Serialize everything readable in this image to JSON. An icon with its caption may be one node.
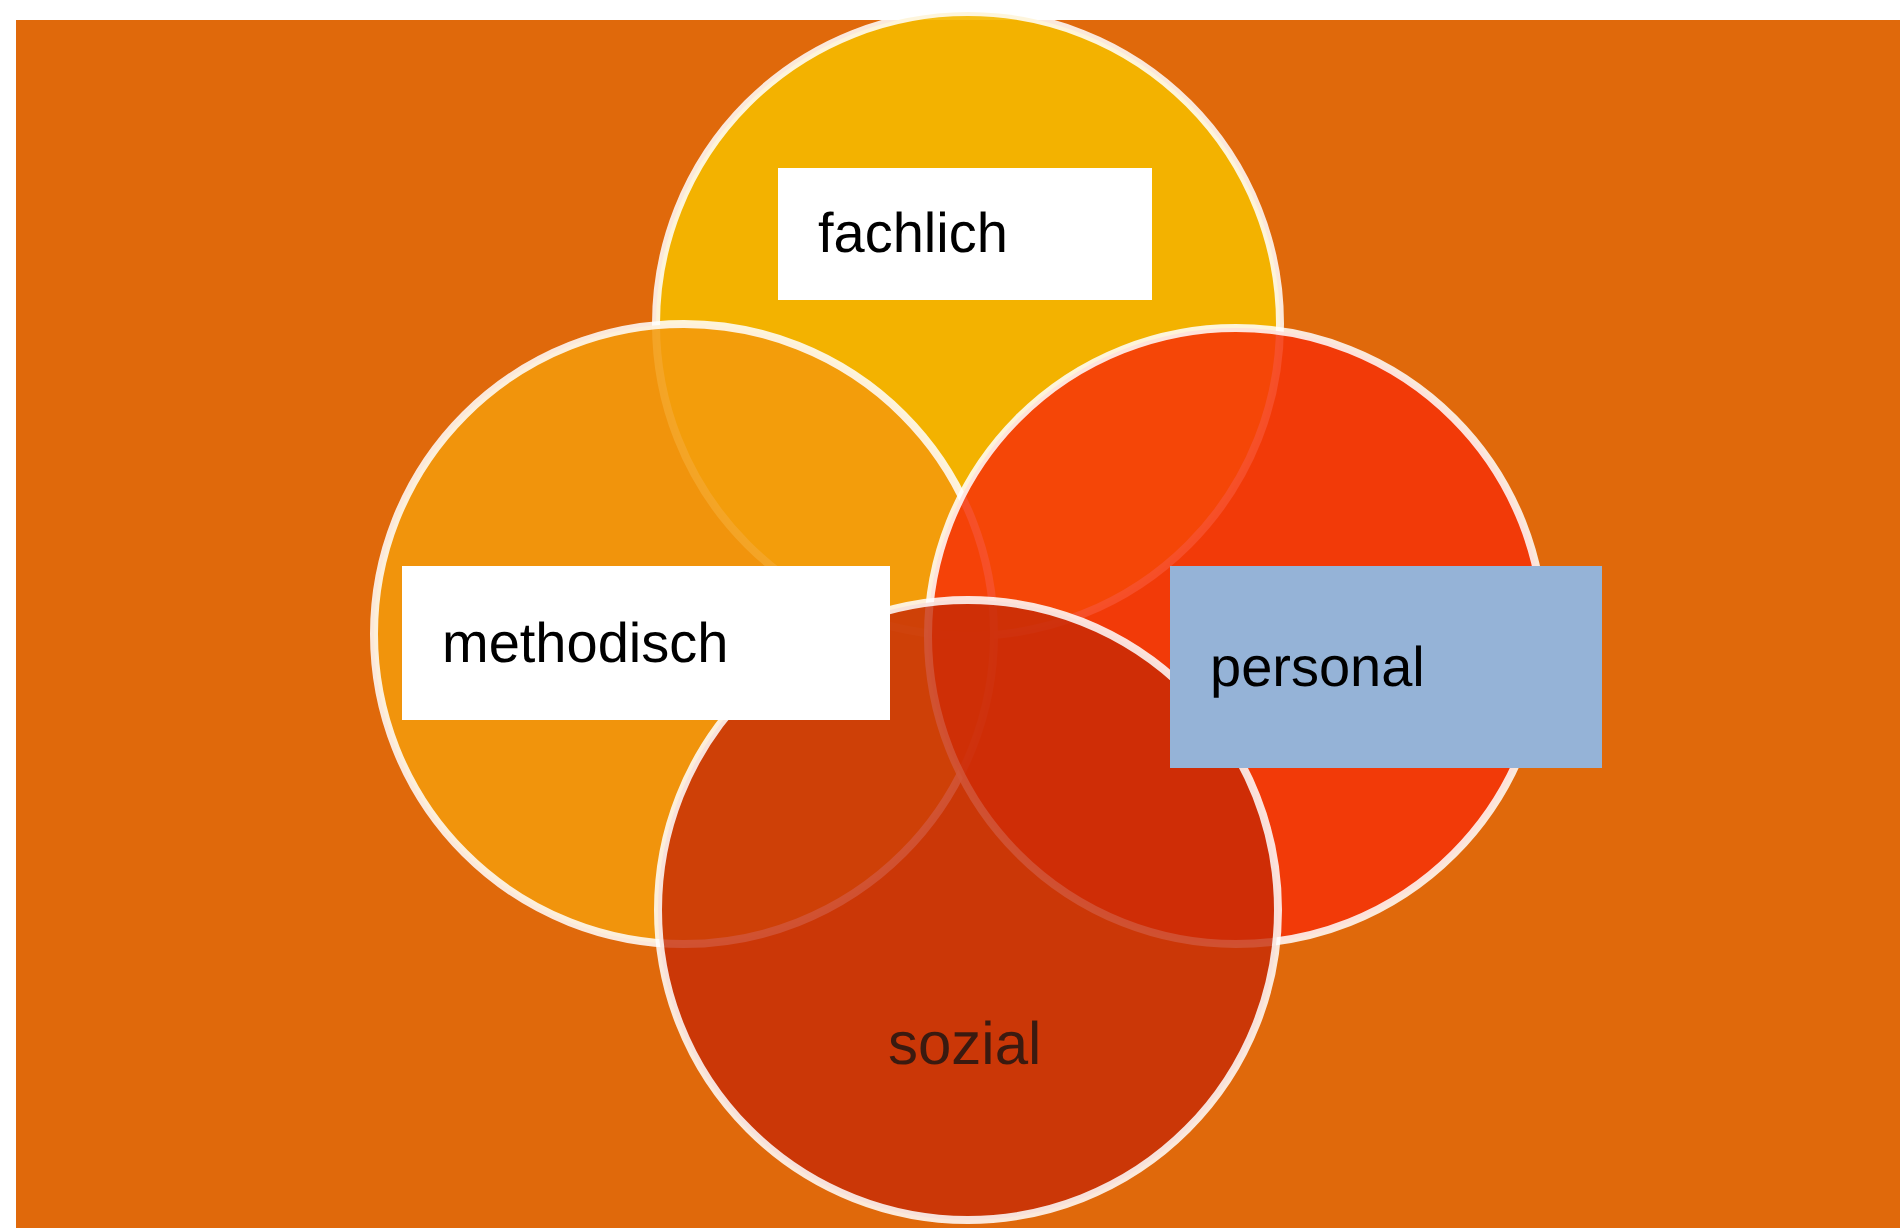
{
  "diagram": {
    "nodes": [
      {
        "text": [
          "fachlich"
        ]
      },
      {
        "text": [
          "methodisch"
        ]
      },
      {
        "text": [
          "personal"
        ]
      },
      {
        "text": [
          "sozial"
        ]
      }
    ]
  }
}
